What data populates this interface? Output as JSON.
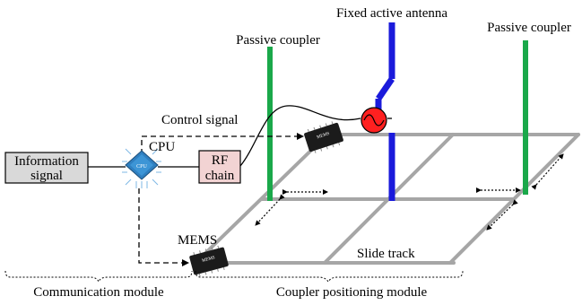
{
  "labels": {
    "fixed_antenna": "Fixed active antenna",
    "passive_coupler_left": "Passive coupler",
    "passive_coupler_right": "Passive coupler",
    "control_signal": "Control signal",
    "cpu": "CPU",
    "cpu_chip_text": "CPU",
    "rf_chain_line1": "RF",
    "rf_chain_line2": "chain",
    "info_line1": "Information",
    "info_line2": "signal",
    "mems": "MEMS",
    "mems_chip_text": "MEMS",
    "slide_track": "Slide track",
    "communication_module": "Communication module",
    "coupler_positioning_module": "Coupler positioning module"
  },
  "colors": {
    "antenna": "#1a1adb",
    "coupler": "#1aa84a",
    "track": "#a6a6a6",
    "rf_box_fill": "#f2d3d3",
    "info_box_fill": "#d9d9d9",
    "oscillator": "#ff2020",
    "cpu_chip": "#2f7fc0"
  },
  "icons": {
    "cpu": "cpu-chip-icon",
    "mems": "mems-chip-icon",
    "source": "ac-source-icon"
  }
}
